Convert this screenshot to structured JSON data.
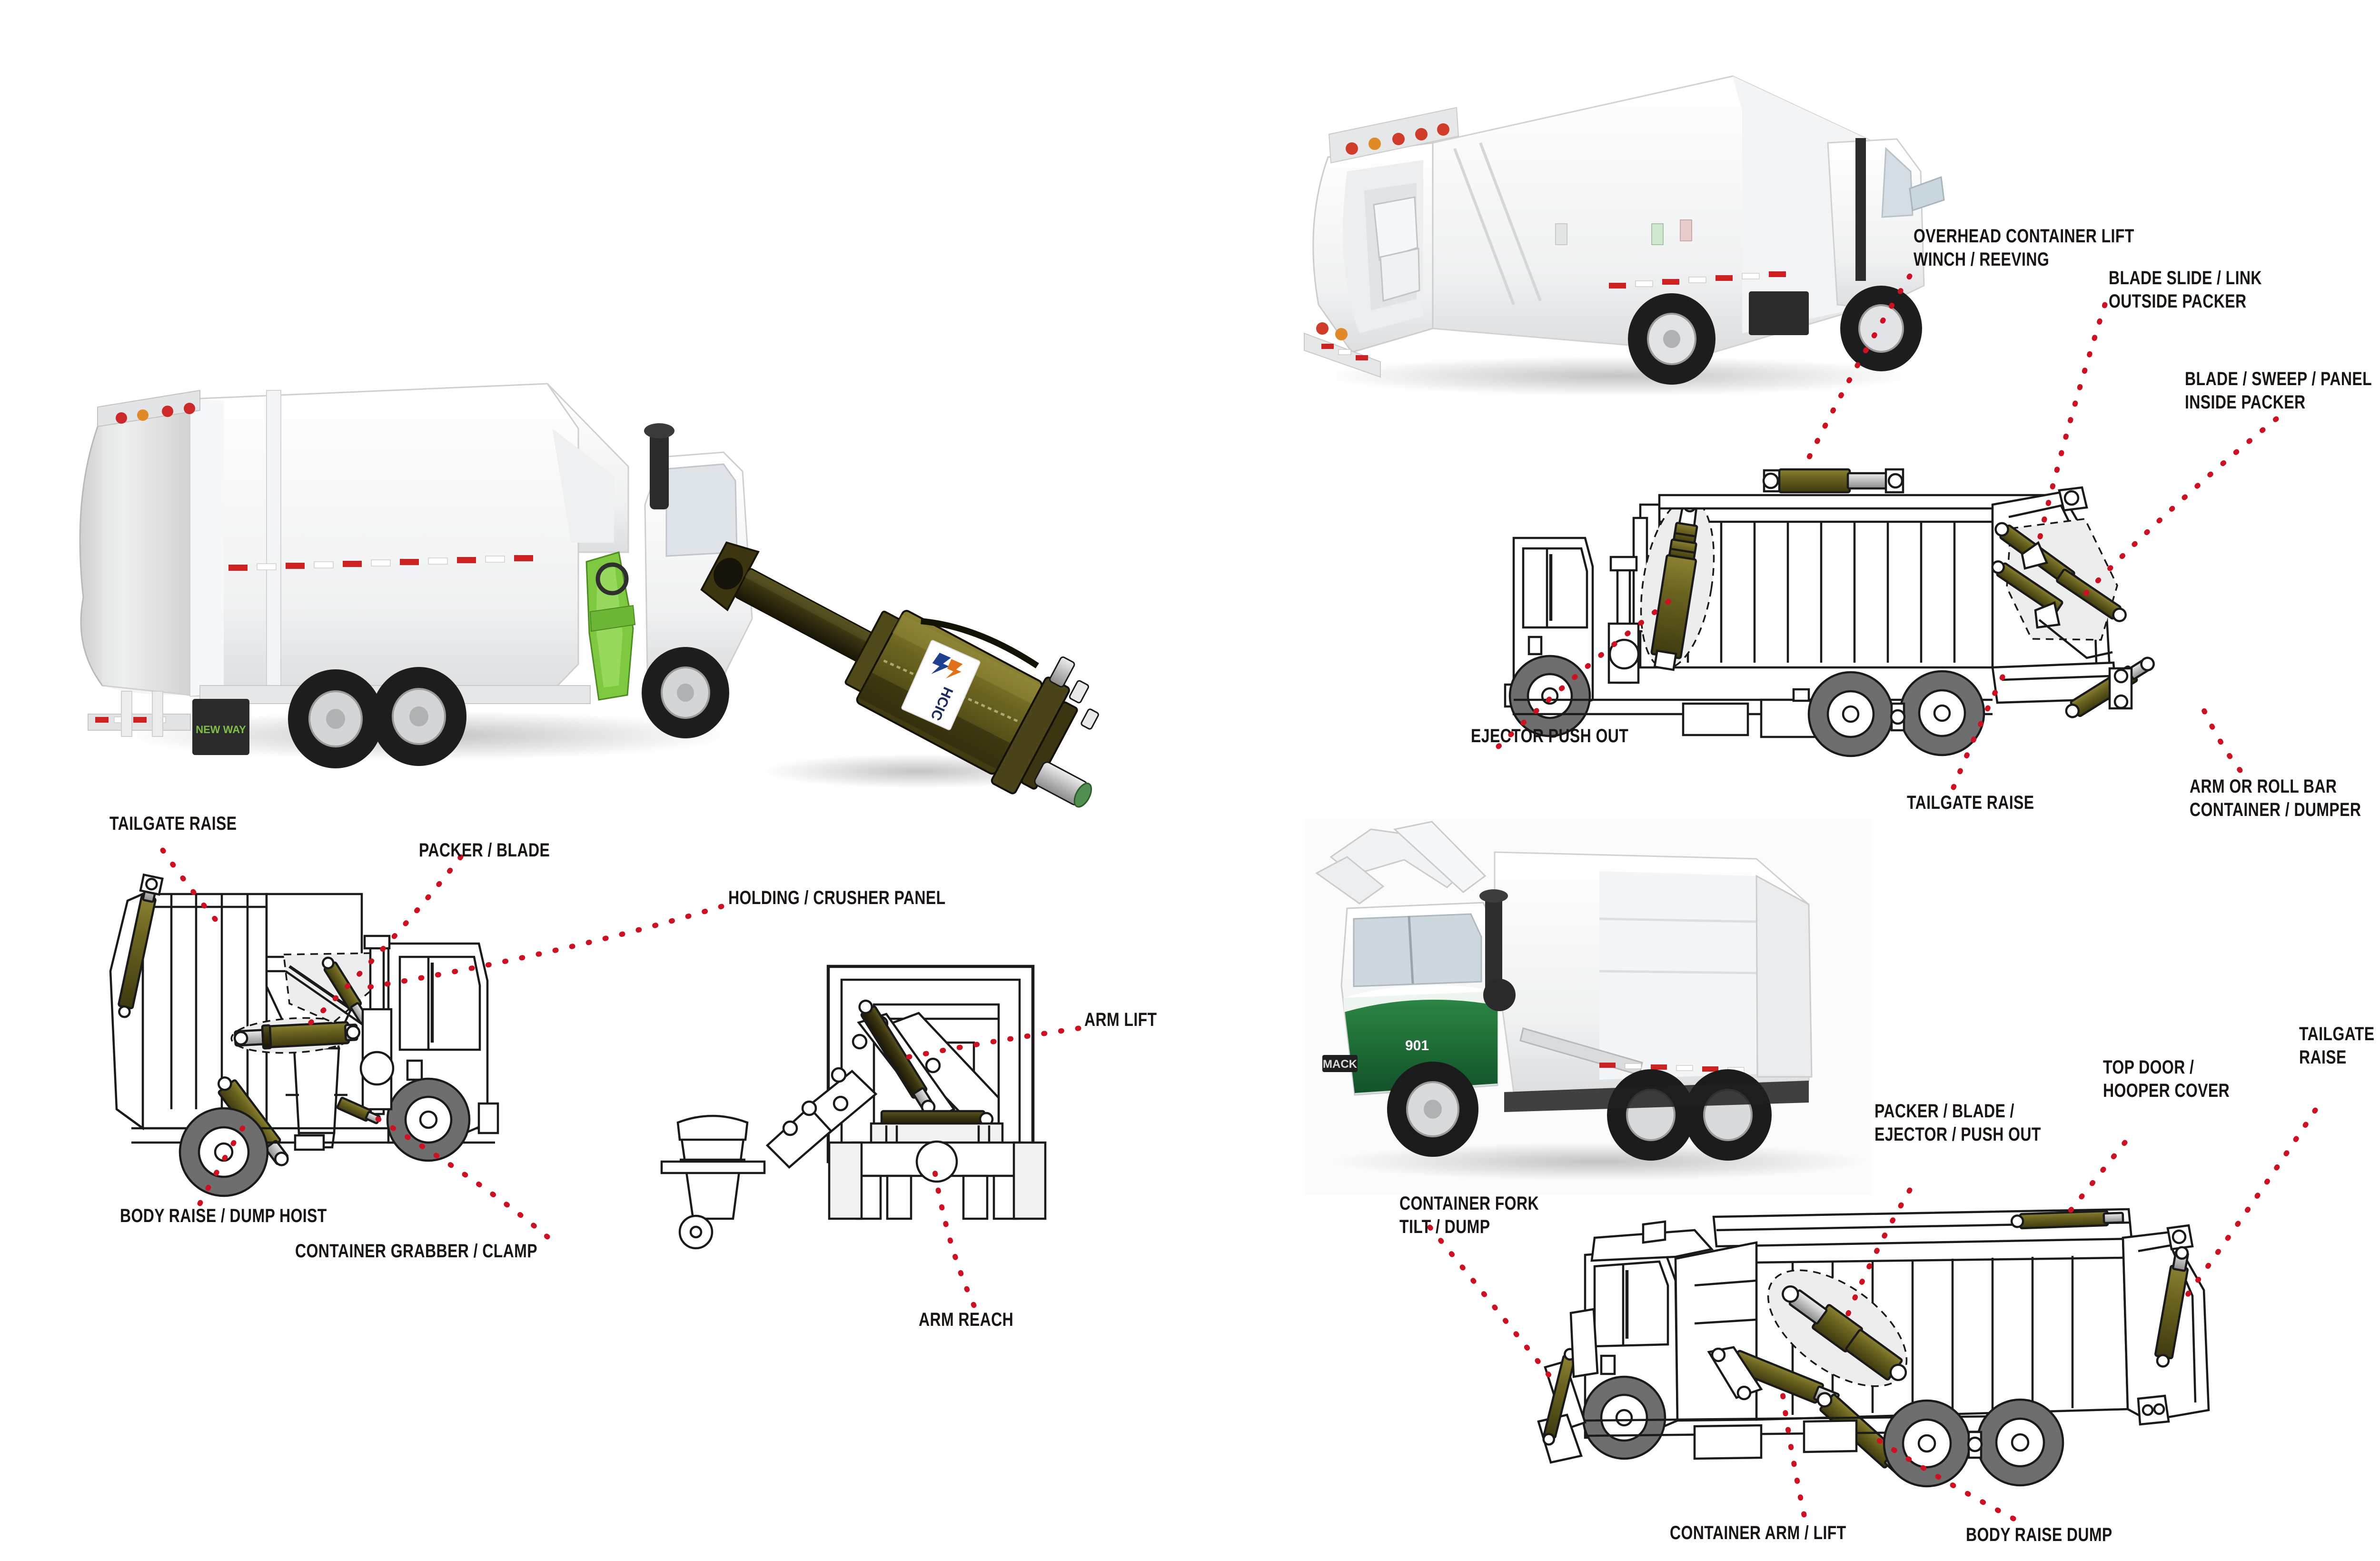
{
  "document": {
    "kind": "technical-illustration",
    "subject": "Refuse / garbage truck hydraulic cylinder application diagram",
    "background_color": "#ffffff"
  },
  "palette": {
    "cylinder_body": "#6b6420",
    "cylinder_body_dark": "#4e4916",
    "leader_red": "#cc1122",
    "outline": "#1a1a1a",
    "body_fill": "#ffffff",
    "panel_fill": "#f2f2f2",
    "tire": "#6e6e6e",
    "rim": "#ffffff",
    "text": "#1a1513",
    "truck_green": "#1d6b33",
    "photo_shadow": "#d9d9d9"
  },
  "panels": [
    {
      "id": "side-loader-photo",
      "name": "Automated side loader refuse truck photo",
      "type": "photo"
    },
    {
      "id": "cylinder-photo",
      "name": "HCIC telescopic hydraulic cylinder product photo",
      "type": "photo",
      "brand_label": "HCIC"
    },
    {
      "id": "side-loader-diagram",
      "name": "Automated side loader line diagram",
      "type": "line-diagram"
    },
    {
      "id": "rear-loader-photo",
      "name": "Rear loader refuse truck photo",
      "type": "photo"
    },
    {
      "id": "rear-loader-diagram",
      "name": "Rear loader line diagram",
      "type": "line-diagram"
    },
    {
      "id": "front-loader-photo",
      "name": "Mack front loader refuse truck photo",
      "type": "photo",
      "unit_number": "901",
      "brand_label": "MACK"
    },
    {
      "id": "front-loader-diagram",
      "name": "Front loader line diagram",
      "type": "line-diagram"
    }
  ],
  "callouts": {
    "side_loader": [
      {
        "id": "sl-tailgate-raise",
        "lines": [
          "TAILGATE RAISE"
        ],
        "align": "left"
      },
      {
        "id": "sl-packer-blade",
        "lines": [
          "PACKER / BLADE"
        ],
        "align": "left"
      },
      {
        "id": "sl-holding-crusher",
        "lines": [
          "HOLDING / CRUSHER PANEL"
        ],
        "align": "left"
      },
      {
        "id": "sl-arm-lift",
        "lines": [
          "ARM LIFT"
        ],
        "align": "left"
      },
      {
        "id": "sl-body-raise",
        "lines": [
          "BODY RAISE / DUMP HOIST"
        ],
        "align": "left"
      },
      {
        "id": "sl-container-grabber",
        "lines": [
          "CONTAINER GRABBER / CLAMP"
        ],
        "align": "left"
      },
      {
        "id": "sl-arm-reach",
        "lines": [
          "ARM REACH"
        ],
        "align": "left"
      }
    ],
    "rear_loader": [
      {
        "id": "rl-overhead-lift",
        "lines": [
          "OVERHEAD CONTAINER LIFT",
          "WINCH / REEVING"
        ],
        "align": "left"
      },
      {
        "id": "rl-blade-slide",
        "lines": [
          "BLADE SLIDE / LINK",
          "OUTSIDE PACKER"
        ],
        "align": "left"
      },
      {
        "id": "rl-blade-sweep",
        "lines": [
          "BLADE / SWEEP / PANEL",
          "INSIDE PACKER"
        ],
        "align": "left"
      },
      {
        "id": "rl-ejector-push-out",
        "lines": [
          "EJECTOR PUSH OUT"
        ],
        "align": "left"
      },
      {
        "id": "rl-tailgate-raise",
        "lines": [
          "TAILGATE RAISE"
        ],
        "align": "left"
      },
      {
        "id": "rl-arm-roll-bar",
        "lines": [
          "ARM OR ROLL BAR",
          "CONTAINER / DUMPER"
        ],
        "align": "left"
      }
    ],
    "front_loader": [
      {
        "id": "fl-container-fork",
        "lines": [
          "CONTAINER FORK",
          "TILT / DUMP"
        ],
        "align": "left"
      },
      {
        "id": "fl-packer-blade",
        "lines": [
          "PACKER / BLADE /",
          "EJECTOR / PUSH OUT"
        ],
        "align": "left"
      },
      {
        "id": "fl-top-door",
        "lines": [
          "TOP DOOR /",
          "HOOPER COVER"
        ],
        "align": "left"
      },
      {
        "id": "fl-tailgate-raise",
        "lines": [
          "TAILGATE",
          "RAISE"
        ],
        "align": "left"
      },
      {
        "id": "fl-container-arm",
        "lines": [
          "CONTAINER ARM / LIFT"
        ],
        "align": "left"
      },
      {
        "id": "fl-body-raise-dump",
        "lines": [
          "BODY RAISE DUMP"
        ],
        "align": "left"
      }
    ]
  }
}
